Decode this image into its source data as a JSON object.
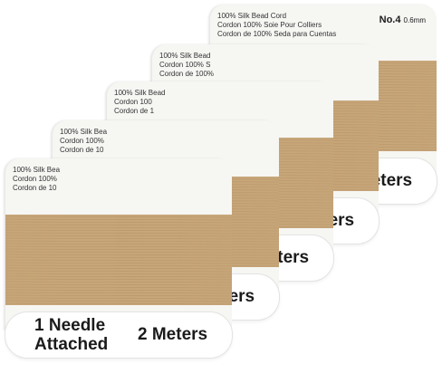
{
  "product": {
    "line1": "100% Silk Bead Cord",
    "line2": "Cordon 100% Soie Pour Colliers",
    "line3": "Cordon de 100% Seda para Cuentas",
    "size": "No.4",
    "thickness": "0.6mm",
    "needle_line1": "1 Needle",
    "needle_line2": "Attached",
    "length": "2 Meters"
  },
  "visible": {
    "c1": {
      "line1": "100% Silk Bea",
      "line2": "Cordon 100%",
      "line3": "Cordon de 10"
    },
    "c2": {
      "line1": "100% Silk Bea",
      "line2": "Cordon 100%",
      "line3": "Cordon de 10"
    },
    "c3": {
      "line1": "100% Silk Bead",
      "line2": "Cordon 100",
      "line3": "Cordon de 1"
    },
    "c4": {
      "line1": "100% Silk Bead",
      "line2": "Cordon 100% S",
      "line3": "Cordon de 100%"
    }
  },
  "colors": {
    "cord": "#c7a679",
    "cord_dark": "#a9875a",
    "card": "#f6f6f3",
    "text": "#1b1b1b"
  }
}
